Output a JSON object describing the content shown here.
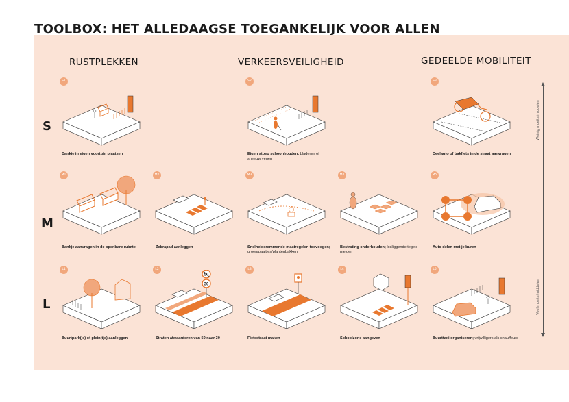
{
  "title": "TOOLBOX: HET ALLEDAAGSE TOEGANKELIJK VOOR ALLEN",
  "columns": [
    "RUSTPLEKKEN",
    "VERKEERSVEILIGHEID",
    "GEDEELDE MOBILITEIT"
  ],
  "rows": [
    "S",
    "M",
    "L"
  ],
  "axis": {
    "top": "Weinig moeite/middelen",
    "bottom": "Veel moeite/middelen"
  },
  "tiles": {
    "s1": {
      "code": "S1",
      "bold": "Bankje in eigen voortuin plaatsen",
      "rest": ""
    },
    "s2": {
      "code": "S2",
      "bold": "Eigen stoep schoonhouden;",
      "rest": " bladeren of sneeuw vegen"
    },
    "s3": {
      "code": "S3",
      "bold": "Deelauto of bakfiets in de straat aanvragen",
      "rest": ""
    },
    "m1": {
      "code": "M1",
      "bold": "Bankje aanvragen in de openbare ruimte",
      "rest": ""
    },
    "m2": {
      "code": "M2",
      "bold": "Zebrapad aanleggen",
      "rest": ""
    },
    "m3": {
      "code": "M3",
      "bold": "Snelheidsremmende maatregelen toevoegen;",
      "rest": " groen/paaltjes/plantenbakken"
    },
    "m4": {
      "code": "M4",
      "bold": "Bestrating onderhouden;",
      "rest": " losliggende tegels melden"
    },
    "m5": {
      "code": "M5",
      "bold": "Auto delen met je buren",
      "rest": ""
    },
    "l1": {
      "code": "L1",
      "bold": "Buurtpark(je) of plein(tje) aanleggen",
      "rest": ""
    },
    "l2": {
      "code": "L2",
      "bold": "Straten afwaarderen van 50 naar 30",
      "rest": ""
    },
    "l3": {
      "code": "L3",
      "bold": "Fietsstraat maken",
      "rest": ""
    },
    "l4": {
      "code": "L4",
      "bold": "Schoolzone aangeven",
      "rest": ""
    },
    "l5": {
      "code": "L5",
      "bold": "Buurttaxi organiseren;",
      "rest": " vrijwilligers als chauffeurs"
    }
  },
  "signs": {
    "no_50": "50",
    "limit_30": "30"
  },
  "colors": {
    "panel": "#fbe3d6",
    "accent": "#e8782f",
    "badge": "#f1a77c"
  }
}
